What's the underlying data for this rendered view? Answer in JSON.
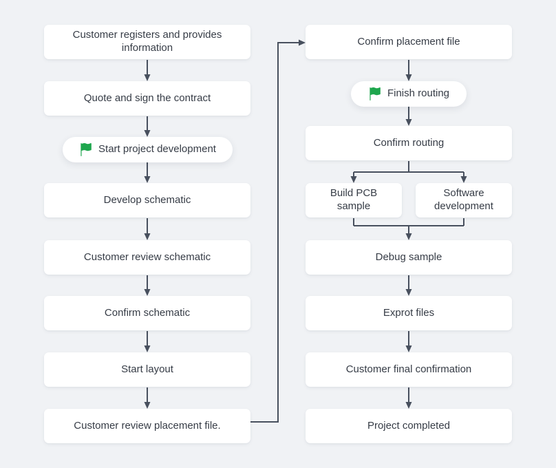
{
  "colors": {
    "background": "#f0f2f5",
    "node-background": "#ffffff",
    "text": "#363c46",
    "connector": "#48505e",
    "flag-green": "#1ea64d"
  },
  "flowchart": {
    "left_column": [
      {
        "label": "Customer registers and provides information",
        "type": "box"
      },
      {
        "label": "Quote and sign the contract",
        "type": "box"
      },
      {
        "label": "Start project development",
        "type": "milestone",
        "icon": "flag-icon"
      },
      {
        "label": "Develop schematic",
        "type": "box"
      },
      {
        "label": "Customer review schematic",
        "type": "box"
      },
      {
        "label": "Confirm schematic",
        "type": "box"
      },
      {
        "label": "Start layout",
        "type": "box"
      },
      {
        "label": "Customer review placement file.",
        "type": "box"
      }
    ],
    "right_column": [
      {
        "label": "Confirm placement file",
        "type": "box"
      },
      {
        "label": "Finish routing",
        "type": "milestone",
        "icon": "flag-icon"
      },
      {
        "label": "Confirm routing",
        "type": "box"
      },
      {
        "label": "Build PCB sample",
        "type": "box"
      },
      {
        "label": "Software development",
        "type": "box"
      },
      {
        "label": "Debug sample",
        "type": "box"
      },
      {
        "label": "Exprot files",
        "type": "box"
      },
      {
        "label": "Customer final confirmation",
        "type": "box"
      },
      {
        "label": "Project completed",
        "type": "box"
      }
    ]
  }
}
